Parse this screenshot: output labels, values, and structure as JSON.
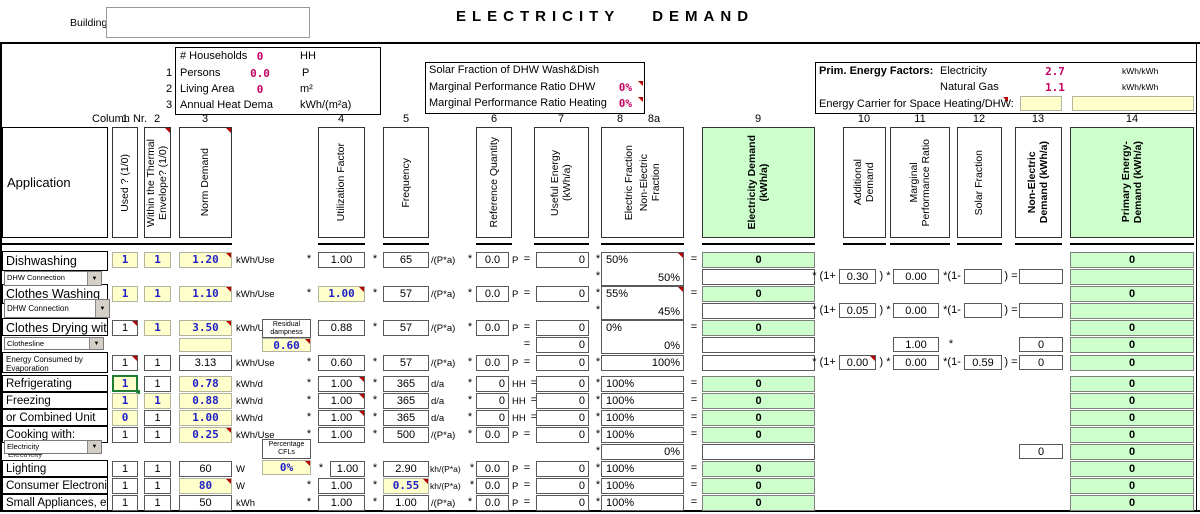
{
  "window": {
    "building_label": "Building:",
    "building_value": "",
    "title": "ELECTRICITY DEMAND"
  },
  "info_box": {
    "rows": [
      {
        "prefix": "",
        "label": "# Households",
        "value": "0",
        "unit": "HH"
      },
      {
        "prefix": "1",
        "label": "Persons",
        "value": "0.0",
        "unit": "P"
      },
      {
        "prefix": "2",
        "label": "Living Area",
        "value": "0",
        "unit": "m²"
      },
      {
        "prefix": "3",
        "label": "Annual Heat Dema",
        "value": "",
        "unit": "kWh/(m²a)"
      }
    ]
  },
  "solar_box": {
    "rows": [
      {
        "label": "Solar Fraction of DHW Wash&Dish",
        "value": ""
      },
      {
        "label": "Marginal Performance Ratio DHW",
        "value": "0%"
      },
      {
        "label": "Marginal Performance Ratio Heating",
        "value": "0%"
      }
    ]
  },
  "factors_box": {
    "title": "Prim. Energy Factors:",
    "rows": [
      {
        "label": "Electricity",
        "value": "2.7",
        "unit": "kWh/kWh"
      },
      {
        "label": "Natural Gas",
        "value": "1.1",
        "unit": "kWh/kWh"
      }
    ],
    "carrier_label": "Energy Carrier for Space Heating/DHW:",
    "carrier_value_1": "",
    "carrier_value_2": ""
  },
  "table": {
    "column_nr_label": "Column Nr.",
    "application_label": "Application",
    "numbers": [
      "1",
      "2",
      "3",
      "4",
      "5",
      "6",
      "7",
      "8",
      "8a",
      "9",
      "10",
      "11",
      "12",
      "13",
      "14"
    ],
    "headers": {
      "c1": "Used ? (1/0)",
      "c2": "Within the Thermal\nEnvelope? (1/0)",
      "c3": "Norm Demand",
      "c4": "Utilization Factor",
      "c5": "Frequency",
      "c6": "Reference Quantity",
      "c7": "Useful Energy\n(kWh/a)",
      "c8": "Electric Fraction",
      "c8a": "Non-Electric\nFraction",
      "c9": "Electricity Demand\n(kWh/a)",
      "c10": "Additional\nDemand",
      "c11": "Marginal\nPerformance Ratio",
      "c12": "Solar Fraction",
      "c13": "Non-Electric\nDemand (kWh/a)",
      "c14": "Primary Energy-\nDemand (kWh/a)"
    }
  },
  "ops": {
    "mult": "*",
    "eq": "=",
    "plus_open": "* (1+",
    "close_mult": ") *",
    "minus_open": "*(1-",
    "close_eq": ") ="
  },
  "rows": {
    "dishwashing": {
      "label": "Dishwashing",
      "dropdown": "DHW Connection",
      "used": "1",
      "envelope": "1",
      "norm": "1.20",
      "norm_unit": "kWh/Use",
      "util": "1.00",
      "freq": "65",
      "freq_unit": "/(P*a)",
      "ref": "0.0",
      "ref_unit": "P",
      "useful": "0",
      "electric_fraction": "50%",
      "non_electric_fraction": "50%",
      "electricity_demand": "0",
      "additional": "0.30",
      "mpr": "0.00",
      "solar": "",
      "non_electric_demand": "",
      "primary": "0",
      "primary_2": ""
    },
    "washing": {
      "label": "Clothes Washing",
      "dropdown": "DHW Connection",
      "used": "1",
      "envelope": "1",
      "norm": "1.10",
      "norm_unit": "kWh/Use",
      "util": "1.00",
      "freq": "57",
      "freq_unit": "/(P*a)",
      "ref": "0.0",
      "ref_unit": "P",
      "useful": "0",
      "electric_fraction": "55%",
      "non_electric_fraction": "45%",
      "electricity_demand": "0",
      "additional": "0.05",
      "mpr": "0.00",
      "solar": "",
      "non_electric_demand": "",
      "primary": "0",
      "primary_2": ""
    },
    "drying": {
      "label": "Clothes Drying with",
      "dropdown": "Clothesline",
      "used": "1",
      "envelope": "1",
      "norm": "3.50",
      "norm_extra": "",
      "norm_unit": "kWh/Use",
      "util": "0.88",
      "freq": "57",
      "freq_unit": "/(P*a)",
      "ref": "0.0",
      "ref_unit": "P",
      "useful": "0",
      "useful_2": "0",
      "electric_fraction": "0%",
      "non_electric_fraction": "0%",
      "electricity_demand": "0",
      "mpr": "1.00",
      "non_electric_demand": "0",
      "primary": "0",
      "primary_2": "0"
    },
    "residual": {
      "title": "Residual dampness",
      "value": "0.60"
    },
    "evaporation": {
      "label": "Energy Consumed by\nEvaporation",
      "used": "1",
      "envelope": "1",
      "norm": "3.13",
      "norm_unit": "kWh/Use",
      "util": "0.60",
      "freq": "57",
      "freq_unit": "/(P*a)",
      "ref": "0.0",
      "ref_unit": "P",
      "useful": "0",
      "non_electric_fraction": "100%",
      "additional": "0.00",
      "mpr": "0.00",
      "solar": "0.59",
      "non_electric_demand": "0",
      "primary": "0"
    },
    "refrigerating": {
      "label": "Refrigerating",
      "used": "1",
      "envelope": "1",
      "norm": "0.78",
      "norm_unit": "kWh/d",
      "util": "1.00",
      "freq": "365",
      "freq_unit": "d/a",
      "ref": "0",
      "ref_unit": "HH",
      "useful": "0",
      "electric_fraction": "100%",
      "electricity_demand": "0",
      "primary": "0"
    },
    "freezing": {
      "label": "Freezing",
      "used": "1",
      "envelope": "1",
      "norm": "0.88",
      "norm_unit": "kWh/d",
      "util": "1.00",
      "freq": "365",
      "freq_unit": "d/a",
      "ref": "0",
      "ref_unit": "HH",
      "useful": "0",
      "electric_fraction": "100%",
      "electricity_demand": "0",
      "primary": "0"
    },
    "combined": {
      "label": "or Combined Unit",
      "used": "0",
      "envelope": "1",
      "norm": "1.00",
      "norm_unit": "kWh/d",
      "util": "1.00",
      "freq": "365",
      "freq_unit": "d/a",
      "ref": "0",
      "ref_unit": "HH",
      "useful": "0",
      "electric_fraction": "100%",
      "electricity_demand": "0",
      "primary": "0"
    },
    "cooking": {
      "label": "Cooking with:",
      "dropdown": "Electricity",
      "covered_text": "Electricity",
      "used": "1",
      "envelope": "1",
      "norm": "0.25",
      "norm_unit": "kWh/Use",
      "util": "1.00",
      "freq": "500",
      "freq_unit": "/(P*a)",
      "ref": "0.0",
      "ref_unit": "P",
      "useful": "0",
      "electric_fraction": "100%",
      "non_electric_fraction": "0%",
      "electricity_demand": "0",
      "non_electric_demand": "0",
      "primary": "0",
      "primary_2": "0"
    },
    "cfl": {
      "title": "Percentage CFLs",
      "value": "0%"
    },
    "lighting": {
      "label": "Lighting",
      "used": "1",
      "envelope": "1",
      "norm": "60",
      "norm_unit": "W",
      "util": "1.00",
      "freq": "2.90",
      "freq_unit": "kh/(P*a)",
      "ref": "0.0",
      "ref_unit": "P",
      "useful": "0",
      "electric_fraction": "100%",
      "electricity_demand": "0",
      "primary": "0"
    },
    "consumer": {
      "label": "Consumer Electronics",
      "used": "1",
      "envelope": "1",
      "norm": "80",
      "norm_unit": "W",
      "util": "1.00",
      "freq": "0.55",
      "freq_unit": "kh/(P*a)",
      "ref": "0.0",
      "ref_unit": "P",
      "useful": "0",
      "electric_fraction": "100%",
      "electricity_demand": "0",
      "primary": "0"
    },
    "small_appliances": {
      "label": "Small Appliances, etc.",
      "used": "1",
      "envelope": "1",
      "norm": "50",
      "norm_unit": "kWh",
      "util": "1.00",
      "freq": "1.00",
      "freq_unit": "/(P*a)",
      "ref": "0.0",
      "ref_unit": "P",
      "useful": "0",
      "electric_fraction": "100%",
      "electricity_demand": "0",
      "primary": "0"
    }
  }
}
